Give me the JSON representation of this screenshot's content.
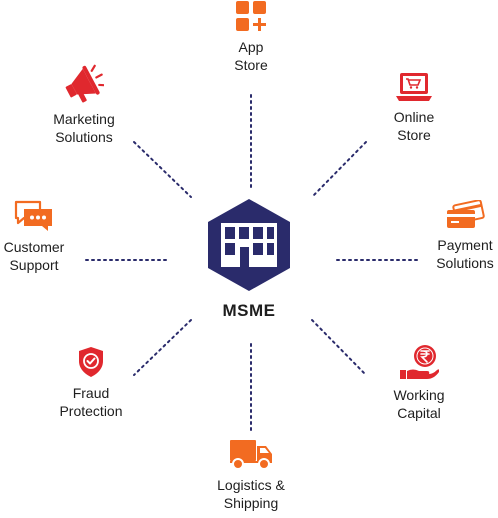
{
  "center": {
    "label": "MSME",
    "icon": "office-building-icon"
  },
  "colors": {
    "hub": "#2a2b6b",
    "orange": "#f26b21",
    "red": "#e0282e",
    "connector": "#2a2b6b",
    "text": "#1e1e1e"
  },
  "nodes": [
    {
      "id": "app-store",
      "icon": "app-grid-plus-icon",
      "color": "#f26b21",
      "line1": "App",
      "line2": "Store"
    },
    {
      "id": "online-store",
      "icon": "laptop-cart-icon",
      "color": "#e0282e",
      "line1": "Online",
      "line2": "Store"
    },
    {
      "id": "payment-solutions",
      "icon": "credit-cards-icon",
      "color": "#f26b21",
      "line1": "Payment",
      "line2": "Solutions"
    },
    {
      "id": "working-capital",
      "icon": "hand-rupee-coin-icon",
      "color": "#e0282e",
      "line1": "Working",
      "line2": "Capital"
    },
    {
      "id": "logistics-shipping",
      "icon": "delivery-truck-icon",
      "color": "#f26b21",
      "line1": "Logistics &",
      "line2": "Shipping"
    },
    {
      "id": "fraud-protection",
      "icon": "shield-check-icon",
      "color": "#e0282e",
      "line1": "Fraud",
      "line2": "Protection"
    },
    {
      "id": "customer-support",
      "icon": "chat-bubbles-icon",
      "color": "#f26b21",
      "line1": "Customer",
      "line2": "Support"
    },
    {
      "id": "marketing-solutions",
      "icon": "megaphone-icon",
      "color": "#e0282e",
      "line1": "Marketing",
      "line2": "Solutions"
    }
  ]
}
